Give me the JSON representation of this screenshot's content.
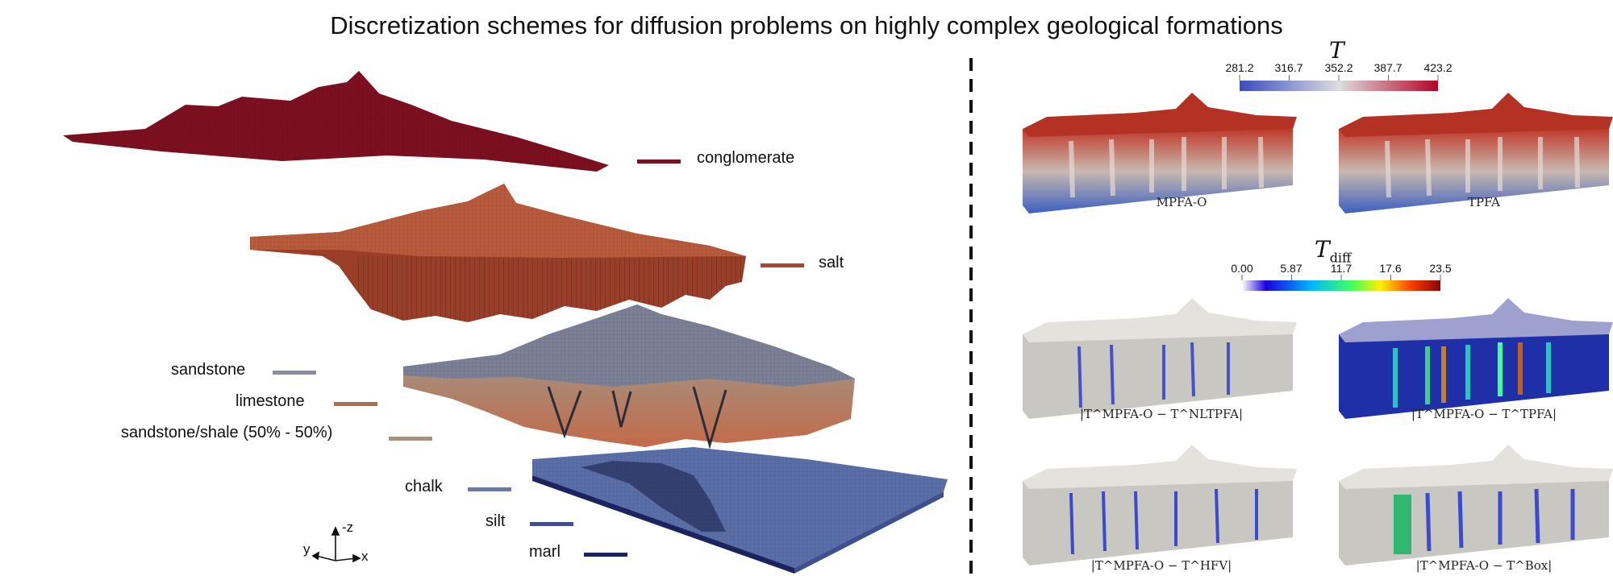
{
  "title": "Discretization schemes for diffusion problems on highly complex geological formations",
  "layers": {
    "conglomerate": {
      "label": "conglomerate",
      "color": "#7d1020"
    },
    "salt": {
      "label": "salt",
      "color": "#a8452e"
    },
    "sandstone": {
      "label": "sandstone",
      "color": "#8a8ca0"
    },
    "limestone": {
      "label": "limestone",
      "color": "#b06a4e"
    },
    "sandstone_shale": {
      "label": "sandstone/shale (50% - 50%)",
      "color": "#a89080"
    },
    "chalk": {
      "label": "chalk",
      "color": "#6a7aa6"
    },
    "silt": {
      "label": "silt",
      "color": "#3f508f"
    },
    "marl": {
      "label": "marl",
      "color": "#1b2460"
    }
  },
  "axes": {
    "z": "-z",
    "y": "y",
    "x": "x"
  },
  "colorbar_T": {
    "symbol": "T",
    "ticks": [
      "281.2",
      "316.7",
      "352.2",
      "387.7",
      "423.2"
    ],
    "low_color": "#3b4cc0",
    "mid_color": "#dddddd",
    "high_color": "#b40426"
  },
  "colorbar_Tdiff": {
    "symbol": "T",
    "subscript": "diff",
    "ticks": [
      "0.00",
      "5.87",
      "11.7",
      "17.6",
      "23.5"
    ]
  },
  "panels": {
    "mpfa_o": "MPFA-O",
    "tpfa": "TPFA",
    "diff_nltpfa": "|T^MPFA-O − T^NLTPFA|",
    "diff_tpfa": "|T^MPFA-O − T^TPFA|",
    "diff_hfv": "|T^MPFA-O − T^HFV|",
    "diff_box": "|T^MPFA-O − T^Box|"
  }
}
